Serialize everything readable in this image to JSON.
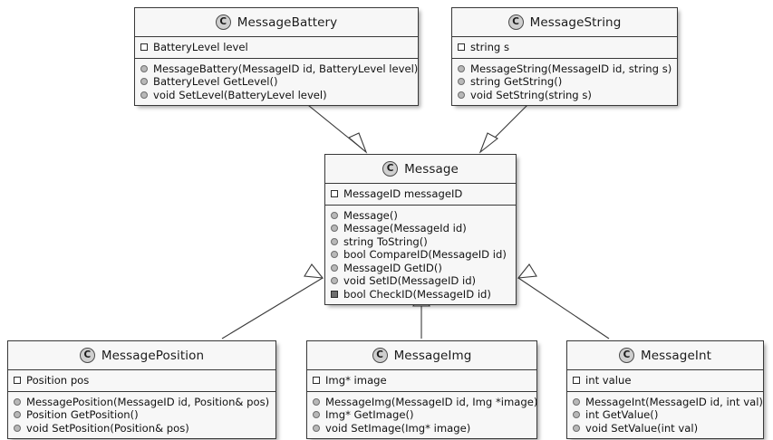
{
  "diagram": {
    "type": "uml-class-diagram",
    "background": "#ffffff",
    "box_fill": "#f7f7f7",
    "border_color": "#383838",
    "class_badge_letter": "C"
  },
  "classes": [
    {
      "id": "message-battery",
      "name": "MessageBattery",
      "fields": [
        {
          "visibility": "private",
          "text": "BatteryLevel level"
        }
      ],
      "methods": [
        {
          "visibility": "public",
          "text": "MessageBattery(MessageID id, BatteryLevel level)"
        },
        {
          "visibility": "public",
          "text": "BatteryLevel GetLevel()"
        },
        {
          "visibility": "public",
          "text": "void SetLevel(BatteryLevel level)"
        }
      ]
    },
    {
      "id": "message-string",
      "name": "MessageString",
      "fields": [
        {
          "visibility": "private",
          "text": "string s"
        }
      ],
      "methods": [
        {
          "visibility": "public",
          "text": "MessageString(MessageID id, string s)"
        },
        {
          "visibility": "public",
          "text": "string GetString()"
        },
        {
          "visibility": "public",
          "text": "void SetString(string s)"
        }
      ]
    },
    {
      "id": "message",
      "name": "Message",
      "fields": [
        {
          "visibility": "private",
          "text": "MessageID messageID"
        }
      ],
      "methods": [
        {
          "visibility": "public",
          "text": "Message()"
        },
        {
          "visibility": "public",
          "text": "Message(MessageId id)"
        },
        {
          "visibility": "public",
          "text": "string ToString()"
        },
        {
          "visibility": "public",
          "text": "bool CompareID(MessageID id)"
        },
        {
          "visibility": "public",
          "text": "MessageID GetID()"
        },
        {
          "visibility": "public",
          "text": "void SetID(MessageID id)"
        },
        {
          "visibility": "protected",
          "text": "bool CheckID(MessageID id)"
        }
      ]
    },
    {
      "id": "message-position",
      "name": "MessagePosition",
      "fields": [
        {
          "visibility": "private",
          "text": "Position pos"
        }
      ],
      "methods": [
        {
          "visibility": "public",
          "text": "MessagePosition(MessageID id, Position& pos)"
        },
        {
          "visibility": "public",
          "text": "Position GetPosition()"
        },
        {
          "visibility": "public",
          "text": "void SetPosition(Position& pos)"
        }
      ]
    },
    {
      "id": "message-img",
      "name": "MessageImg",
      "fields": [
        {
          "visibility": "private",
          "text": "Img* image"
        }
      ],
      "methods": [
        {
          "visibility": "public",
          "text": "MessageImg(MessageID id, Img *image)"
        },
        {
          "visibility": "public",
          "text": "Img* GetImage()"
        },
        {
          "visibility": "public",
          "text": "void SetImage(Img* image)"
        }
      ]
    },
    {
      "id": "message-int",
      "name": "MessageInt",
      "fields": [
        {
          "visibility": "private",
          "text": "int value"
        }
      ],
      "methods": [
        {
          "visibility": "public",
          "text": "MessageInt(MessageID id, int val)"
        },
        {
          "visibility": "public",
          "text": "int GetValue()"
        },
        {
          "visibility": "public",
          "text": "void SetValue(int val)"
        }
      ]
    }
  ],
  "relationships": [
    {
      "type": "generalization",
      "from": "message-battery",
      "to": "message"
    },
    {
      "type": "generalization",
      "from": "message-string",
      "to": "message"
    },
    {
      "type": "generalization",
      "from": "message-position",
      "to": "message"
    },
    {
      "type": "generalization",
      "from": "message-img",
      "to": "message"
    },
    {
      "type": "generalization",
      "from": "message-int",
      "to": "message"
    }
  ]
}
